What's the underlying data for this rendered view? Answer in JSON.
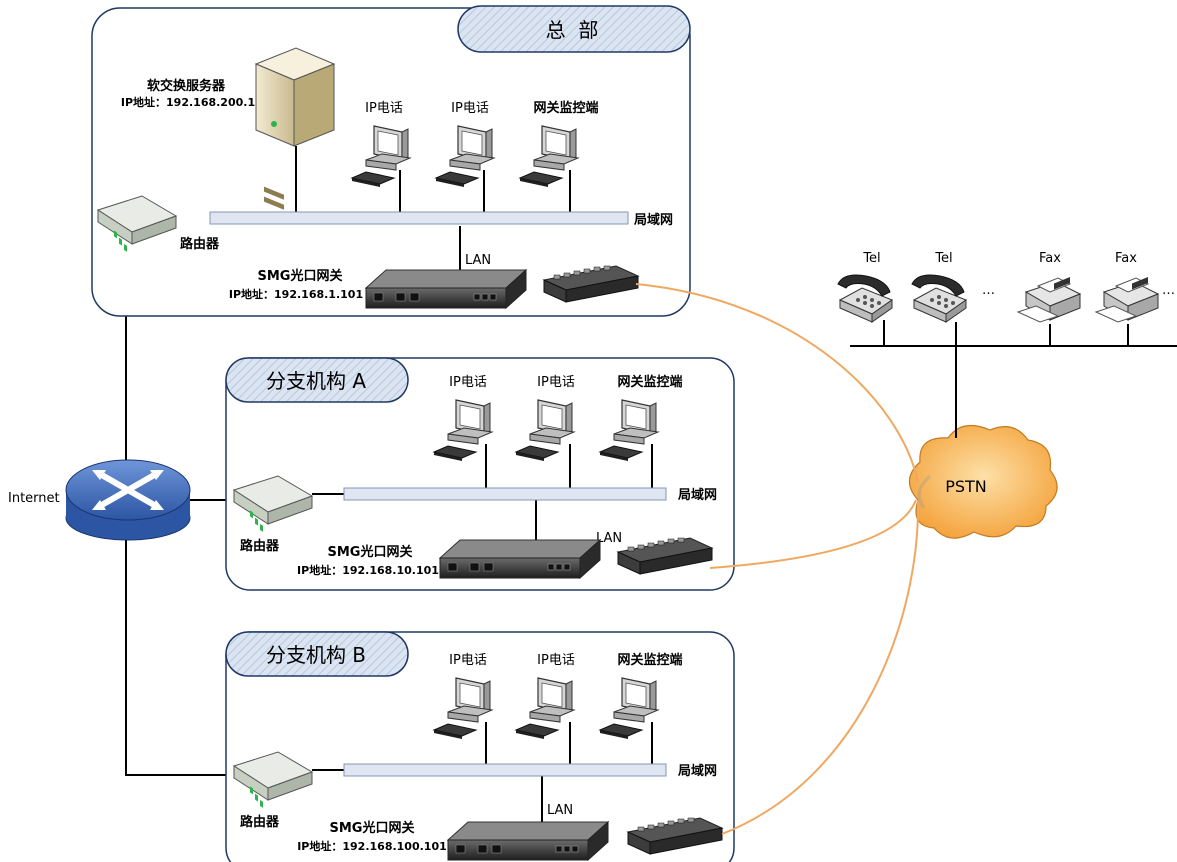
{
  "hq": {
    "title": "总  部",
    "server_label": "软交换服务器",
    "server_ip": "IP地址：192.168.200.1",
    "ip_phone_1": "IP电话",
    "ip_phone_2": "IP电话",
    "monitor": "网关监控端",
    "lan_label": "局域网",
    "lan_link": "LAN",
    "router": "路由器",
    "gateway": "SMG光口网关",
    "gateway_ip": "IP地址：192.168.1.101"
  },
  "branch_a": {
    "title": "分支机构 A",
    "ip_phone_1": "IP电话",
    "ip_phone_2": "IP电话",
    "monitor": "网关监控端",
    "lan_label": "局域网",
    "lan_link": "LAN",
    "router": "路由器",
    "gateway": "SMG光口网关",
    "gateway_ip": "IP地址：192.168.10.101"
  },
  "branch_b": {
    "title": "分支机构 B",
    "ip_phone_1": "IP电话",
    "ip_phone_2": "IP电话",
    "monitor": "网关监控端",
    "lan_label": "局域网",
    "lan_link": "LAN",
    "router": "路由器",
    "gateway": "SMG光口网关",
    "gateway_ip": "IP地址：192.168.100.101"
  },
  "internet": "Internet",
  "pstn": "PSTN",
  "pstn_side": {
    "tel_1": "Tel",
    "tel_2": "Tel",
    "ellipsis_1": "…",
    "fax_1": "Fax",
    "fax_2": "Fax",
    "ellipsis_2": "…"
  },
  "colors": {
    "frame_border": "#1f3864",
    "tab_fill": "#cdd9ea",
    "bus_fill": "#dfe6f2",
    "fiber": "#f0a860",
    "cloud": "#f7a93b",
    "switch": "#4a76c8"
  }
}
